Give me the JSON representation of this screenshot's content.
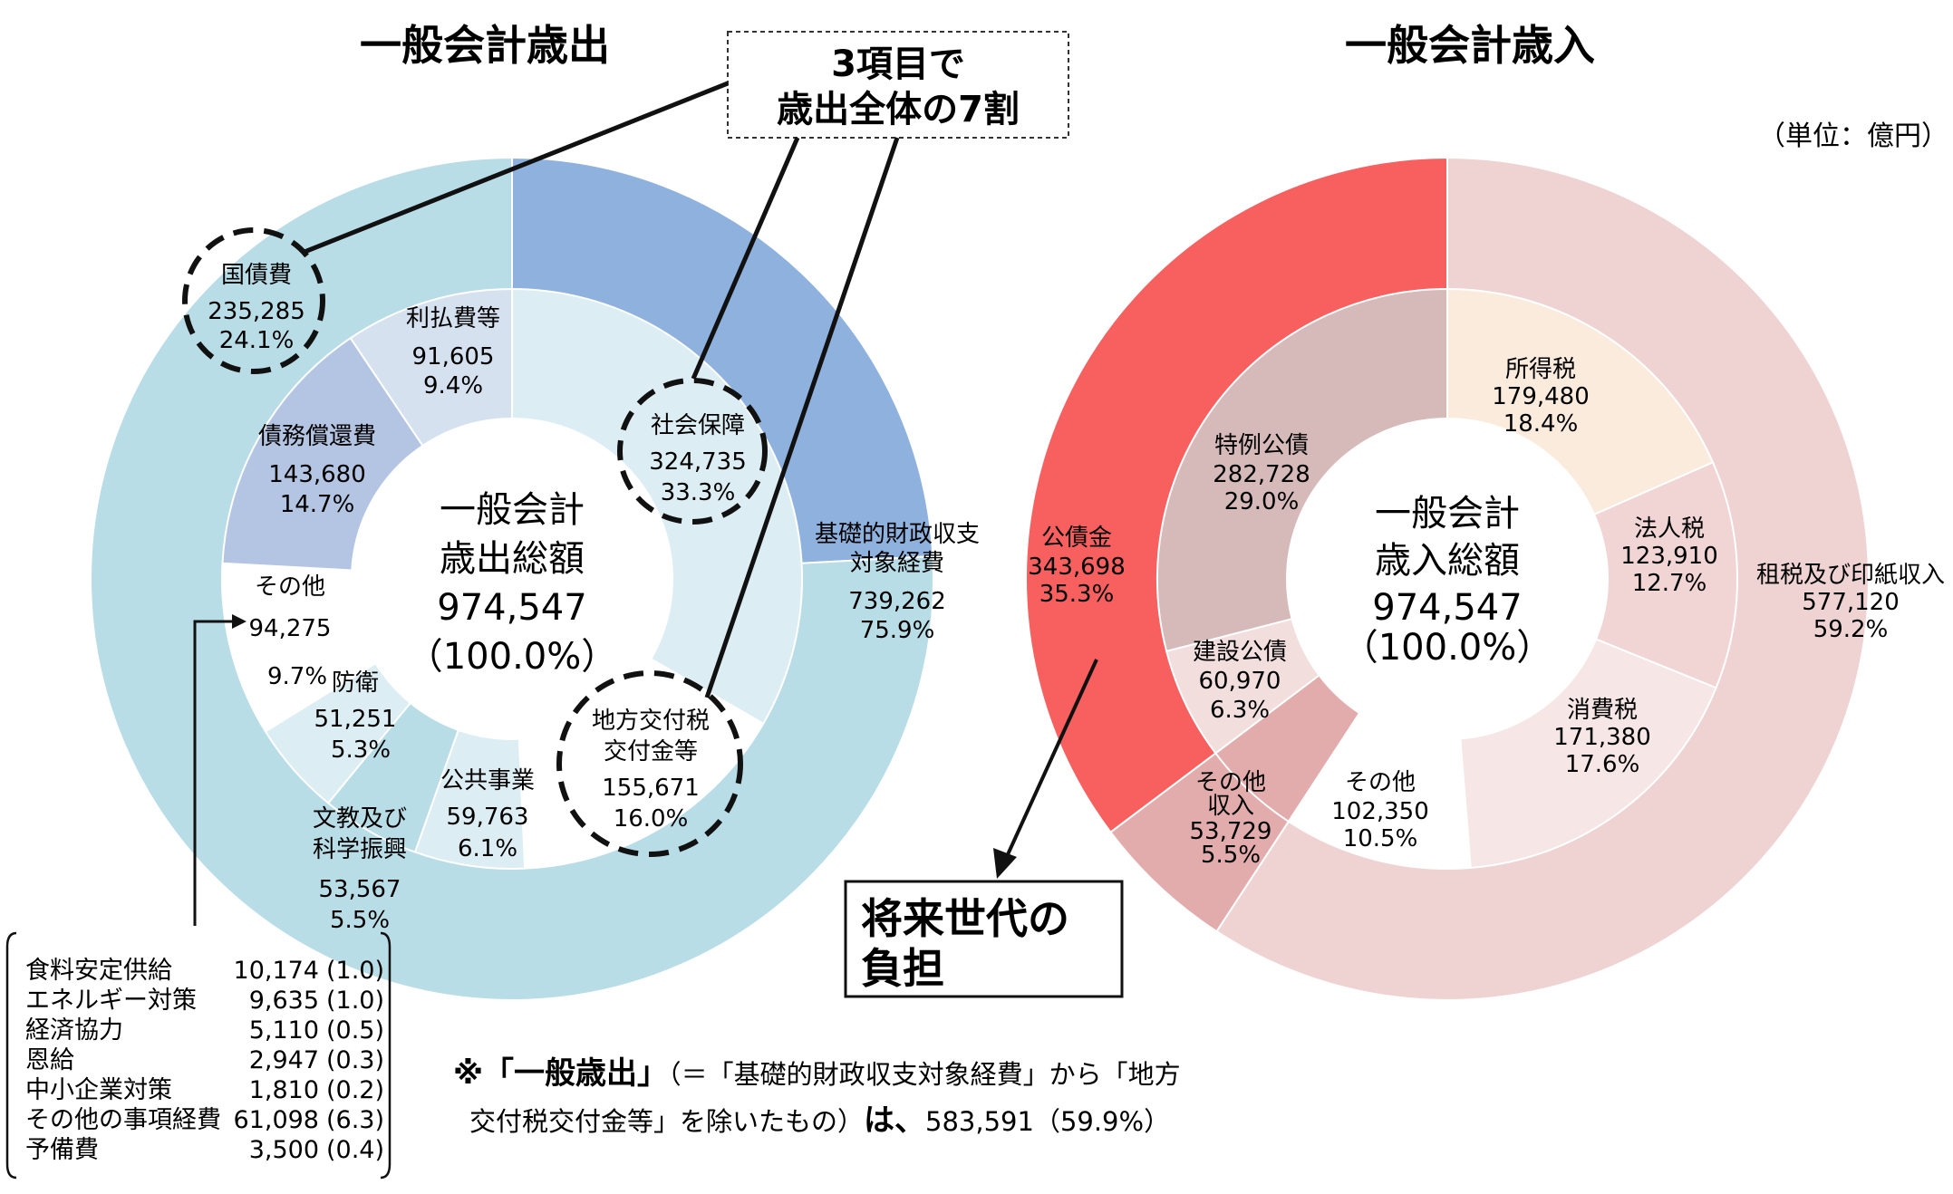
{
  "unit_note": "（単位：億円）",
  "chart_data": [
    {
      "type": "pie",
      "title": "一般会計歳出",
      "center": {
        "line1": "一般会計",
        "line2": "歳出総額",
        "value": "974,547",
        "pct": "（100.0%）"
      },
      "outer": [
        {
          "name": "国債費",
          "value": 235285,
          "pct": "24.1%",
          "display": "235,285",
          "color": "#8eb1de"
        },
        {
          "name": "基礎的財政収支対象経費",
          "value": 739262,
          "pct": "75.9%",
          "display": "739,262",
          "color": "#b8dde7"
        }
      ],
      "inner": [
        {
          "name": "社会保障",
          "value": 324735,
          "pct": "33.3%",
          "display": "324,735",
          "color": "#dcedf3"
        },
        {
          "name": "地方交付税交付金等",
          "value": 155671,
          "pct": "16.0%",
          "display": "155,671",
          "color": "#ffffff"
        },
        {
          "name": "公共事業",
          "value": 59763,
          "pct": "6.1%",
          "display": "59,763",
          "color": "#dcedf3"
        },
        {
          "name": "文教及び科学振興",
          "value": 53567,
          "pct": "5.5%",
          "display": "53,567",
          "color": "#b8dde7"
        },
        {
          "name": "防衛",
          "value": 51251,
          "pct": "5.3%",
          "display": "51,251",
          "color": "#dcedf3"
        },
        {
          "name": "その他",
          "value": 94275,
          "pct": "9.7%",
          "display": "94,275",
          "color": "#ffffff"
        },
        {
          "name": "債務償還費",
          "value": 143680,
          "pct": "14.7%",
          "display": "143,680",
          "color": "#b3c5e2"
        },
        {
          "name": "利払費等",
          "value": 91605,
          "pct": "9.4%",
          "display": "91,605",
          "color": "#d6e1f0"
        }
      ]
    },
    {
      "type": "pie",
      "title": "一般会計歳入",
      "center": {
        "line1": "一般会計",
        "line2": "歳入総額",
        "value": "974,547",
        "pct": "（100.0%）"
      },
      "outer": [
        {
          "name": "租税及び印紙収入",
          "value": 577120,
          "pct": "59.2%",
          "display": "577,120",
          "color": "#efd3d3"
        },
        {
          "name": "その他収入",
          "value": 53729,
          "pct": "5.5%",
          "display": "53,729",
          "color": "#e3acac"
        },
        {
          "name": "公債金",
          "value": 343698,
          "pct": "35.3%",
          "display": "343,698",
          "color": "#f86060"
        }
      ],
      "inner": [
        {
          "name": "所得税",
          "value": 179480,
          "pct": "18.4%",
          "display": "179,480",
          "color": "#faebdd"
        },
        {
          "name": "法人税",
          "value": 123910,
          "pct": "12.7%",
          "display": "123,910",
          "color": "#f1d4d4"
        },
        {
          "name": "消費税",
          "value": 171380,
          "pct": "17.6%",
          "display": "171,380",
          "color": "#f6e6e6"
        },
        {
          "name": "その他",
          "value": 102350,
          "pct": "10.5%",
          "display": "102,350",
          "color": "#ffffff"
        },
        {
          "name": "その他収入",
          "value": 53729,
          "pct": "5.5%",
          "display": "53,729",
          "color": "#e3acac"
        },
        {
          "name": "建設公債",
          "value": 60970,
          "pct": "6.3%",
          "display": "60,970",
          "color": "#f3dede"
        },
        {
          "name": "特例公債",
          "value": 282728,
          "pct": "29.0%",
          "display": "282,728",
          "color": "#d6b9b9"
        }
      ]
    }
  ],
  "callouts": {
    "three_items_line1": "3項目で",
    "three_items_line2": "歳出全体の7割",
    "future_line1": "将来世代の",
    "future_line2": "負担"
  },
  "other_breakdown": [
    {
      "name": "食料安定供給",
      "value": "10,174",
      "pct": "(1.0)"
    },
    {
      "name": "エネルギー対策",
      "value": "9,635",
      "pct": "(1.0)"
    },
    {
      "name": "経済協力",
      "value": "5,110",
      "pct": "(0.5)"
    },
    {
      "name": "恩給",
      "value": "2,947",
      "pct": "(0.3)"
    },
    {
      "name": "中小企業対策",
      "value": "1,810",
      "pct": "(0.2)"
    },
    {
      "name": "その他の事項経費",
      "value": "61,098",
      "pct": "(6.3)"
    },
    {
      "name": "予備費",
      "value": "3,500",
      "pct": "(0.4)"
    }
  ],
  "footnote": {
    "mark": "※「一般歳出」",
    "text1": "（＝「基礎的財政収支対象経費」から「地方",
    "text2": "交付税交付金等」を除いたもの）",
    "emph": "は、",
    "value": "583,591（59.9%）"
  }
}
